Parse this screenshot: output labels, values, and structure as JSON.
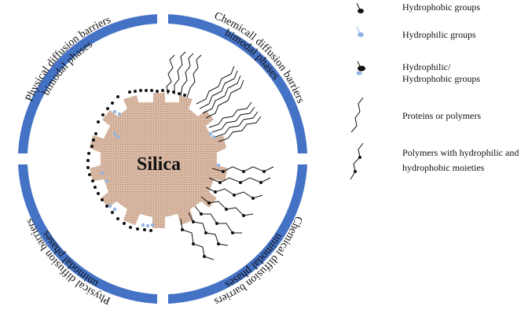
{
  "diagram": {
    "center_label": "Silica",
    "quadrants": [
      {
        "line1": "Physical diffusion barriers",
        "line2": "bimodal phases"
      },
      {
        "line1": "Chemicall diffusion barriers",
        "line2": "bimodal phases"
      },
      {
        "line1": "Chemical diffusion barriers",
        "line2": "unimodal phases"
      },
      {
        "line1": "Physical diffusion barriers",
        "line2": "unimodal phases"
      }
    ]
  },
  "legend": {
    "hydrophobic": "Hydrophobic groups",
    "hydrophilic": "Hydrophilic groups",
    "mixed_line1": "Hydrophilic/",
    "mixed_line2": "Hydrophobic  groups",
    "proteins": "Proteins or polymers",
    "polymers_line1": "Polymers with hydrophilic and",
    "polymers_line2": "hydrophobic moieties"
  },
  "colors": {
    "ring": "#4472C4",
    "silica": "#D9B9A4",
    "hydrophilic": "#8FB4E3",
    "hydrophobic": "#111111"
  }
}
